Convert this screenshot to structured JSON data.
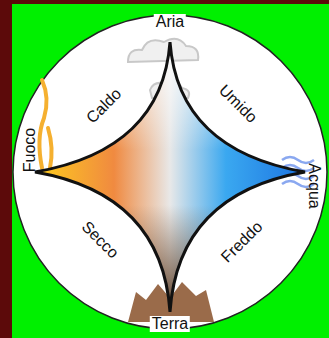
{
  "diagram": {
    "labels": [
      "Aria",
      "Caldo",
      "Umido",
      "Fuoco",
      "Acqua",
      "Secco",
      "Freddo",
      "Terra"
    ]
  }
}
